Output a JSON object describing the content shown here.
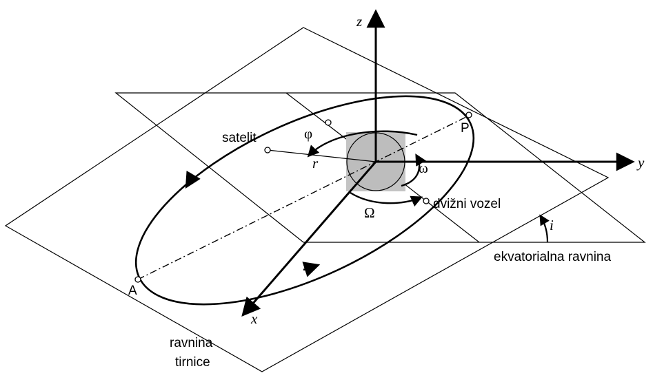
{
  "labels": {
    "axis_z": "z",
    "axis_y": "y",
    "axis_x": "x",
    "satellite": "satelit",
    "r": "r",
    "phi": "φ",
    "omega_small": "ω",
    "omega_big": "Ω",
    "perigee": "P",
    "apogee": "A",
    "ascending_node": "dvižni vozel",
    "inclination": "i",
    "equatorial_plane": "ekvatorialna ravnina",
    "orbit_plane_line1": "ravnina",
    "orbit_plane_line2": "tirnice"
  },
  "colors": {
    "line": "#000000",
    "earth_fill": "#bdbdbd",
    "earth_square": "#c4c4c4"
  }
}
